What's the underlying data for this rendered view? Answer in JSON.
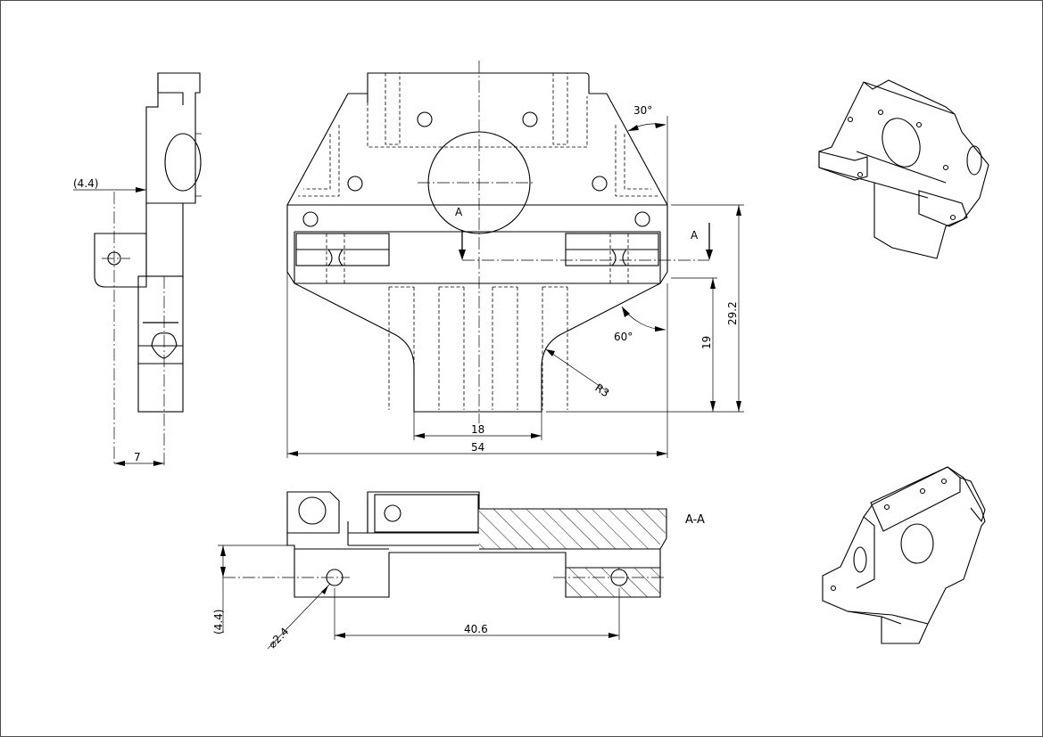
{
  "drawing": {
    "section_label": "A-A",
    "cut_marker_left": "A",
    "cut_marker_right": "A",
    "dimensions": {
      "side_offset": "(4.4)",
      "side_width": "7",
      "top_angle": "30°",
      "total_height": "29.2",
      "lower_height": "19",
      "lower_angle": "60°",
      "fillet_radius": "R3",
      "slot_width": "18",
      "overall_width": "54",
      "section_offset": "(4.4)",
      "hole_diameter": "⌀2.4",
      "hole_spacing": "40.6"
    }
  }
}
